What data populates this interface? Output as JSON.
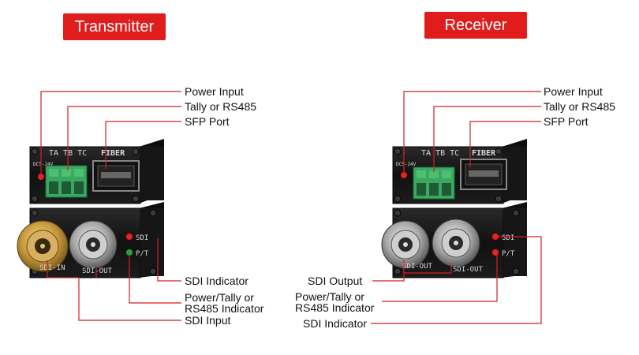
{
  "transmitter": {
    "title": "Transmitter",
    "callouts": {
      "power_input": "Power Input",
      "tally_rs485": "Tally or RS485",
      "sfp_port": "SFP Port",
      "sdi_indicator": "SDI Indicator",
      "power_tally_line1": "Power/Tally or",
      "power_tally_line2": "RS485 Indicator",
      "sdi_input": "SDI Input"
    },
    "panel": {
      "ports_label": "TA TB TC",
      "fiber_label": "FIBER",
      "dc_label": "DC5-24V",
      "sdi_led_label": "SDI",
      "pt_led_label": "P/T",
      "bnc1_label": "SDI-IN",
      "bnc2_label": "SDI-OUT"
    }
  },
  "receiver": {
    "title": "Receiver",
    "callouts": {
      "power_input": "Power Input",
      "tally_rs485": "Tally or RS485",
      "sfp_port": "SFP Port",
      "sdi_output": "SDI Output",
      "power_tally_line1": "Power/Tally or",
      "power_tally_line2": "RS485 Indicator",
      "sdi_indicator": "SDI Indicator"
    },
    "panel": {
      "ports_label": "TA TB TC",
      "fiber_label": "FIBER",
      "dc_label": "DC5-24V",
      "sdi_led_label": "SDI",
      "pt_led_label": "P/T",
      "bnc1_label": "SDI-OUT",
      "bnc2_label": "SDI-OUT"
    }
  },
  "colors": {
    "badge": "#e01c1c",
    "callout_line": "#d42020",
    "chassis": "#1b1b1b",
    "terminal_block": "#3aa860",
    "led_red": "#e82020",
    "led_green": "#2aa040",
    "bnc_gold": "#c8a048",
    "bnc_silver": "#b8b8b8"
  }
}
